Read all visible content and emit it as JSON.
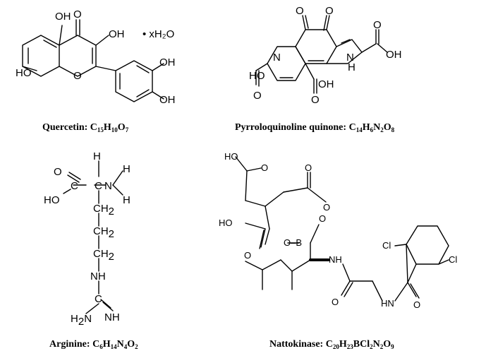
{
  "quercetin": {
    "caption_name": "Quercetin:",
    "formula": [
      [
        "C",
        "15"
      ],
      [
        "H",
        "10"
      ],
      [
        "O",
        "7"
      ]
    ],
    "labels": {
      "oh_top": "OH",
      "o_carbonyl": "O",
      "oh_3": "OH",
      "ho_left": "HO",
      "o_ring": "O",
      "oh_r1": "OH",
      "oh_r2": "OH"
    },
    "hydrate": "• xH₂O"
  },
  "pqq": {
    "caption_name": "Pyrroloquinoline quinone:",
    "formula": [
      [
        "C",
        "14"
      ],
      [
        "H",
        "6"
      ],
      [
        "N",
        "2"
      ],
      [
        "O",
        "8"
      ]
    ],
    "labels": {
      "o1": "O",
      "o2": "O",
      "o3": "O",
      "oh1": "OH",
      "n": "N",
      "nh": "N",
      "h": "H",
      "ho": "HO",
      "oh2": "OH",
      "o4": "O",
      "o5": "O"
    }
  },
  "arginine": {
    "caption_name": "Arginine:",
    "formula": [
      [
        "C",
        "6"
      ],
      [
        "H",
        "14"
      ],
      [
        "N",
        "4"
      ],
      [
        "O",
        "2"
      ]
    ],
    "labels": {
      "o": "O",
      "h_top": "H",
      "h_right": "H",
      "c1": "C",
      "c2": "C",
      "n1": "N",
      "h_bot": "H",
      "ho": "HO",
      "ch2a": "CH",
      "ch2b": "CH",
      "ch2c": "CH",
      "two": "2",
      "nh": "NH",
      "c3": "C",
      "h2n": "H",
      "n2": "N",
      "nh2": "NH",
      "sub2": "2"
    }
  },
  "nattokinase": {
    "caption_name": "Nattokinase:",
    "formula": [
      [
        "C",
        "20"
      ],
      [
        "H",
        "23"
      ],
      [
        "B",
        ""
      ],
      [
        "Cl",
        "2"
      ],
      [
        "N",
        "2"
      ],
      [
        "O",
        "9"
      ]
    ],
    "labels": {
      "ho1": "HO",
      "o1": "O",
      "o2": "O",
      "o3": "O",
      "ho2": "HO",
      "o4": "O",
      "ob": "O–B",
      "o5": "O",
      "nh1": "NH",
      "cl1": "Cl",
      "cl2": "Cl",
      "o6": "O",
      "hn": "HN",
      "o7": "O"
    }
  }
}
